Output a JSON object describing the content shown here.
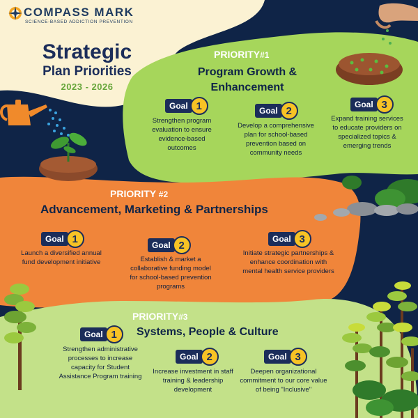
{
  "brand": {
    "name": "COMPASS MARK",
    "tagline": "SCIENCE-BASED ADDICTION PREVENTION"
  },
  "header": {
    "title_line1": "Strategic",
    "title_line2": "Plan Priorities",
    "years": "2023 - 2026"
  },
  "priorities": [
    {
      "label": "PRIORITY",
      "number": "#1",
      "title_line1": "Program Growth &",
      "title_line2": "Enhancement",
      "goals": [
        {
          "label": "Goal",
          "number": "1",
          "text": "Strengthen program evaluation to ensure evidence-based outcomes"
        },
        {
          "label": "Goal",
          "number": "2",
          "text": "Develop a comprehensive plan for school-based prevention based on community needs"
        },
        {
          "label": "Goal",
          "number": "3",
          "text": "Expand training services to educate providers on specialized topics & emerging trends"
        }
      ]
    },
    {
      "label": "PRIORITY",
      "number": "#2",
      "title_line1": "Advancement, Marketing & Partnerships",
      "title_line2": "",
      "goals": [
        {
          "label": "Goal",
          "number": "1",
          "text": "Launch a diversified annual fund development initiative"
        },
        {
          "label": "Goal",
          "number": "2",
          "text": "Establish & market a collaborative funding model for school-based prevention programs"
        },
        {
          "label": "Goal",
          "number": "3",
          "text": "Initiate strategic partnerships & enhance coordination with mental health service providers"
        }
      ]
    },
    {
      "label": "PRIORITY",
      "number": "#3",
      "title_line1": "Systems, People & Culture",
      "title_line2": "",
      "goals": [
        {
          "label": "Goal",
          "number": "1",
          "text": "Strengthen administrative processes to increase capacity for Student Assistance Program training"
        },
        {
          "label": "Goal",
          "number": "2",
          "text": "Increase investment in staff training & leadership development"
        },
        {
          "label": "Goal",
          "number": "3",
          "text": "Deepen organizational commitment to our core value of being \"Inclusive\""
        }
      ]
    }
  ],
  "colors": {
    "navy": "#0f2447",
    "cream": "#fbf2d3",
    "green": "#a6d65b",
    "orange": "#f0853a",
    "light_green": "#c3e189",
    "gold": "#f7c325"
  }
}
